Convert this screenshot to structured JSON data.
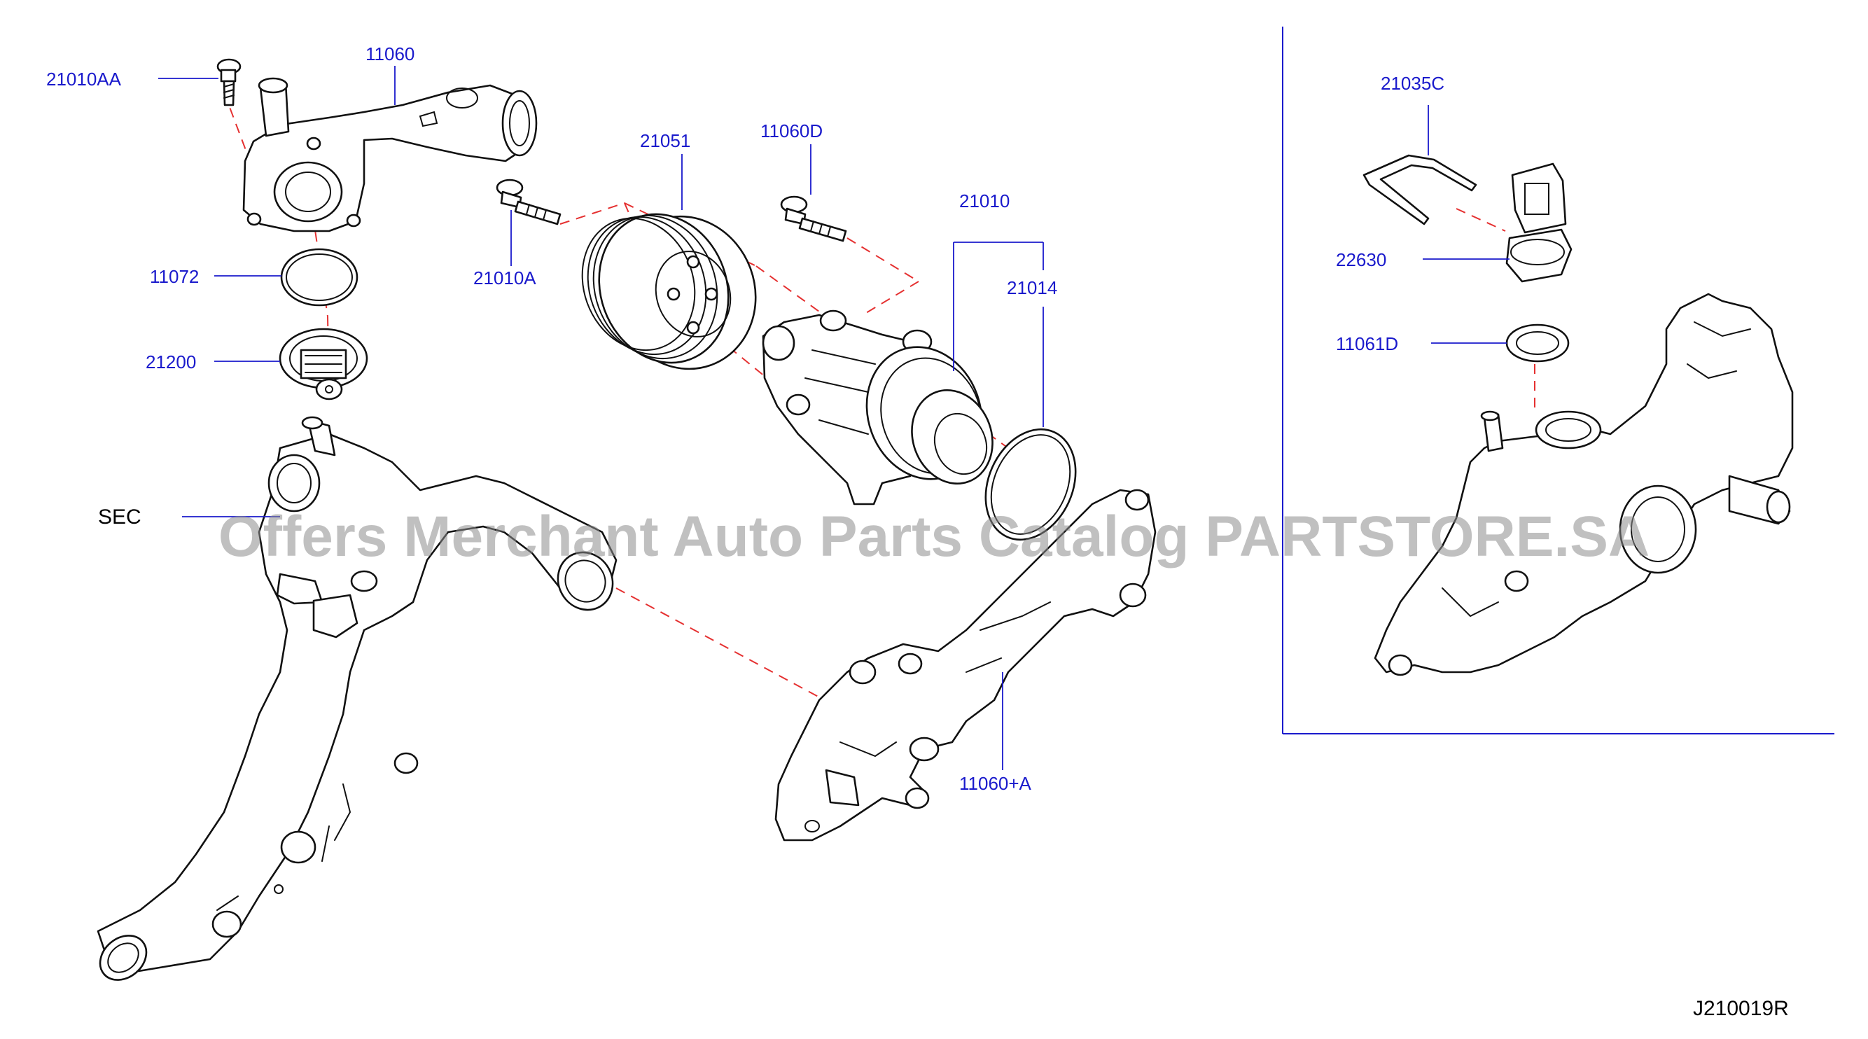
{
  "diagram": {
    "labels": {
      "bolt_21010AA": "21010AA",
      "outlet_11060": "11060",
      "gasket_11072": "11072",
      "thermostat_21200": "21200",
      "sec_ref": "SEC",
      "pulley_21051": "21051",
      "bolt_11060D": "11060D",
      "bolt_21010A": "21010A",
      "pump_21010": "21010",
      "gasket_21014": "21014",
      "housing_11060A": "11060+A",
      "clip_21035C": "21035C",
      "sensor_22630": "22630",
      "washer_11061D": "11061D"
    },
    "diagram_code": "J210019R"
  },
  "watermark": "Offers Merchant Auto Parts Catalog PARTSTORE.SA",
  "colors": {
    "label": "#1a1acc",
    "leader": "#1a1acc",
    "dashed_guide": "#e53030",
    "linework": "#111111",
    "watermark": "#8c8c8c"
  }
}
